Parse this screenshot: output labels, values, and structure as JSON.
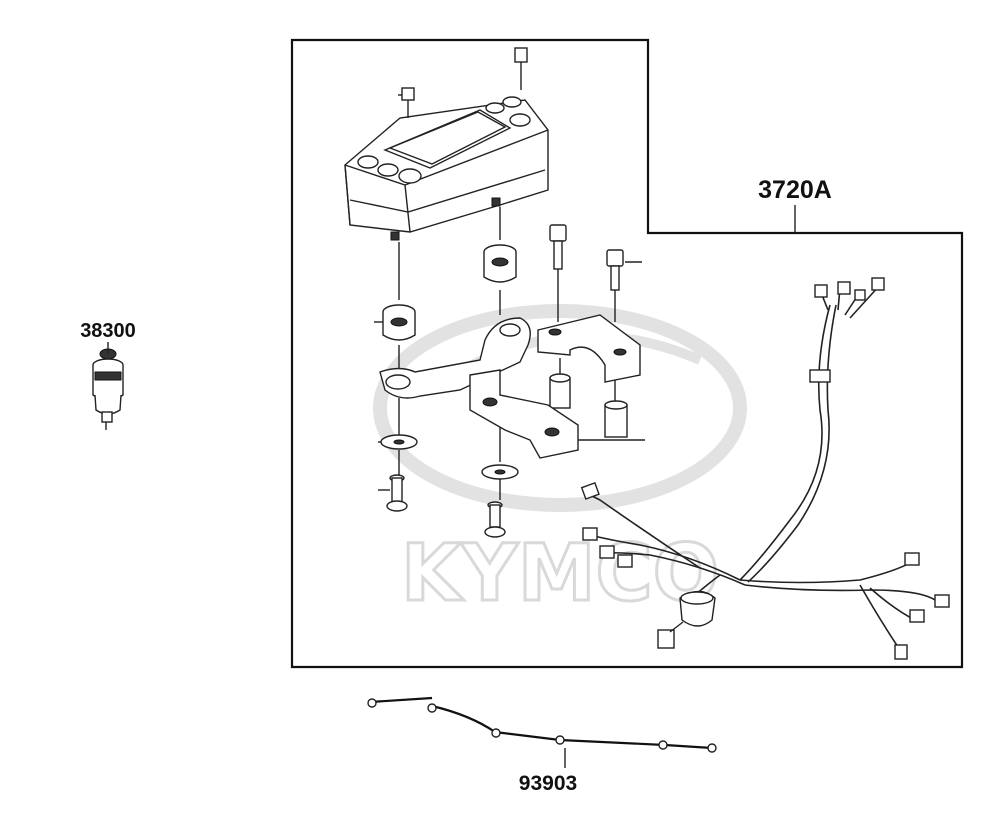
{
  "watermark": {
    "brand": "KYMCO"
  },
  "callouts": [
    {
      "id": "3720A",
      "label": "3720A"
    },
    {
      "id": "38300",
      "label": "38300"
    },
    {
      "id": "93903",
      "label": "93903"
    }
  ]
}
